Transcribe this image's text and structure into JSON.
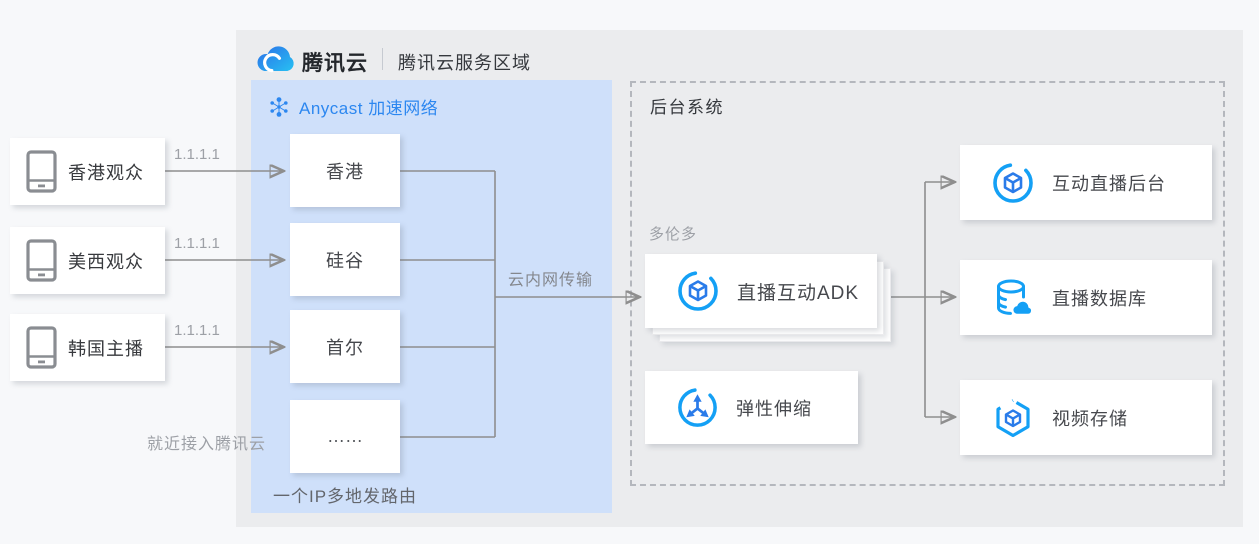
{
  "header": {
    "brand": "腾讯云",
    "region": "腾讯云服务区域"
  },
  "sources": [
    {
      "label": "香港观众",
      "ip": "1.1.1.1"
    },
    {
      "label": "美西观众",
      "ip": "1.1.1.1"
    },
    {
      "label": "韩国主播",
      "ip": "1.1.1.1"
    }
  ],
  "sources_note": "就近接入腾讯云",
  "anycast": {
    "title": "Anycast 加速网络",
    "nodes": [
      "香港",
      "硅谷",
      "首尔",
      "……"
    ],
    "caption": "一个IP多地发路由"
  },
  "transfer_label": "云内网传输",
  "backend": {
    "title": "后台系统",
    "region_tag": "多伦多",
    "adk": "直播互动ADK",
    "autoscale": "弹性伸缩",
    "services": [
      "互动直播后台",
      "直播数据库",
      "视频存储"
    ]
  },
  "colors": {
    "anycast_blue": "#2c87f0",
    "icon_blue": "#14a0f5",
    "icon_dark_blue": "#2a7be9",
    "panel_gray": "#ebecee",
    "panel_blue": "#cfe0fa",
    "line_gray": "#8e8e8e"
  }
}
